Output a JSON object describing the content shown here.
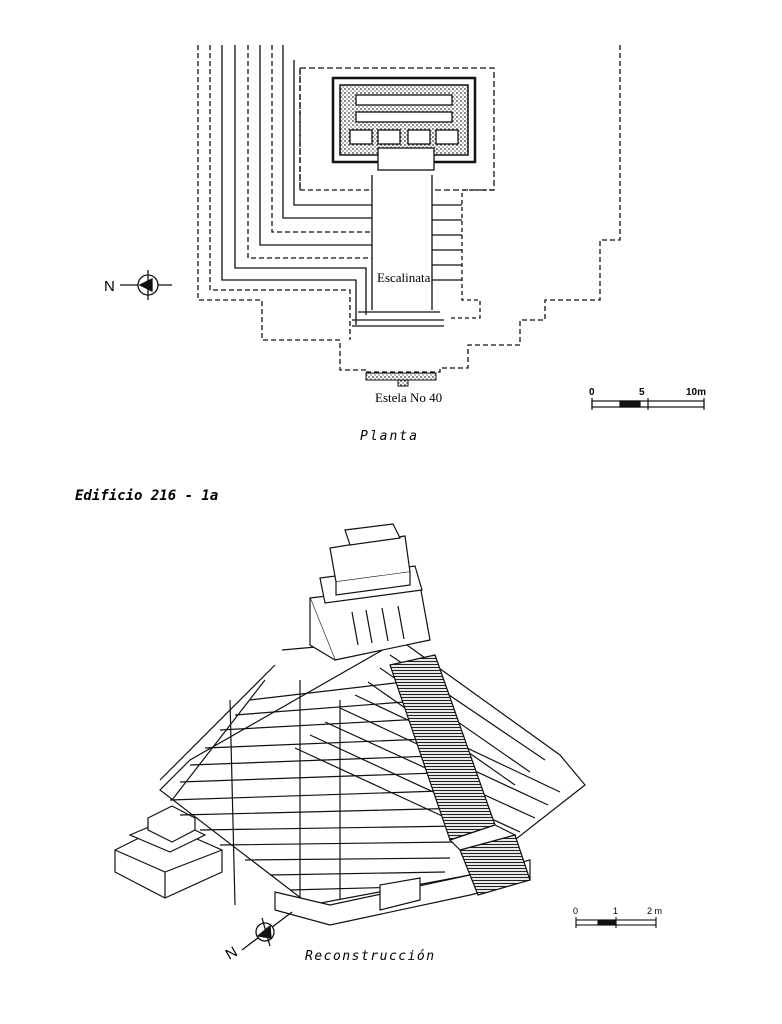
{
  "plan": {
    "stair_label": "Escalinata",
    "stela_label": "Estela No 40",
    "caption": "Planta",
    "north_label": "N",
    "scale": {
      "ticks": [
        "0",
        "5",
        "10m"
      ]
    }
  },
  "building_title": "Edificio 216 - 1a",
  "reconstruction": {
    "caption": "Reconstrucción",
    "north_label": "N",
    "scale": {
      "ticks": [
        "0",
        "1",
        "2 m"
      ]
    }
  },
  "colors": {
    "ink": "#111111",
    "paper": "#ffffff",
    "hatch": "#444444"
  }
}
